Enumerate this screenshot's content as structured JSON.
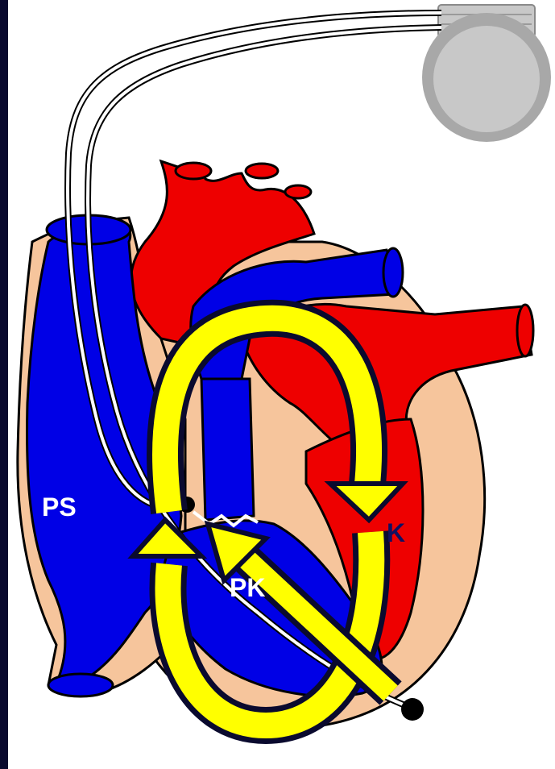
{
  "diagram": {
    "labels": {
      "ps": "PS",
      "pk": "PK",
      "lk": "K"
    },
    "colors": {
      "background_border": "#0a0a2e",
      "panel": "#ffffff",
      "venous_blue": "#0000e6",
      "arterial_red": "#ee0000",
      "tissue": "#f6c59c",
      "outline": "#000000",
      "device_gray": "#a8a8a8",
      "device_light": "#c8c8c8",
      "arrow_yellow": "#ffff00",
      "arrow_outline": "#0a0a2e",
      "lead_wire": "#000000",
      "label_white": "#ffffff",
      "label_navy": "#101060"
    },
    "components": {
      "device": "pacemaker-generator-icon",
      "leads": "pacing-lead-wires",
      "loop_arrow": "circulating-loop-arrow",
      "diagonal_arrow": "diagonal-pathway-arrow"
    }
  }
}
